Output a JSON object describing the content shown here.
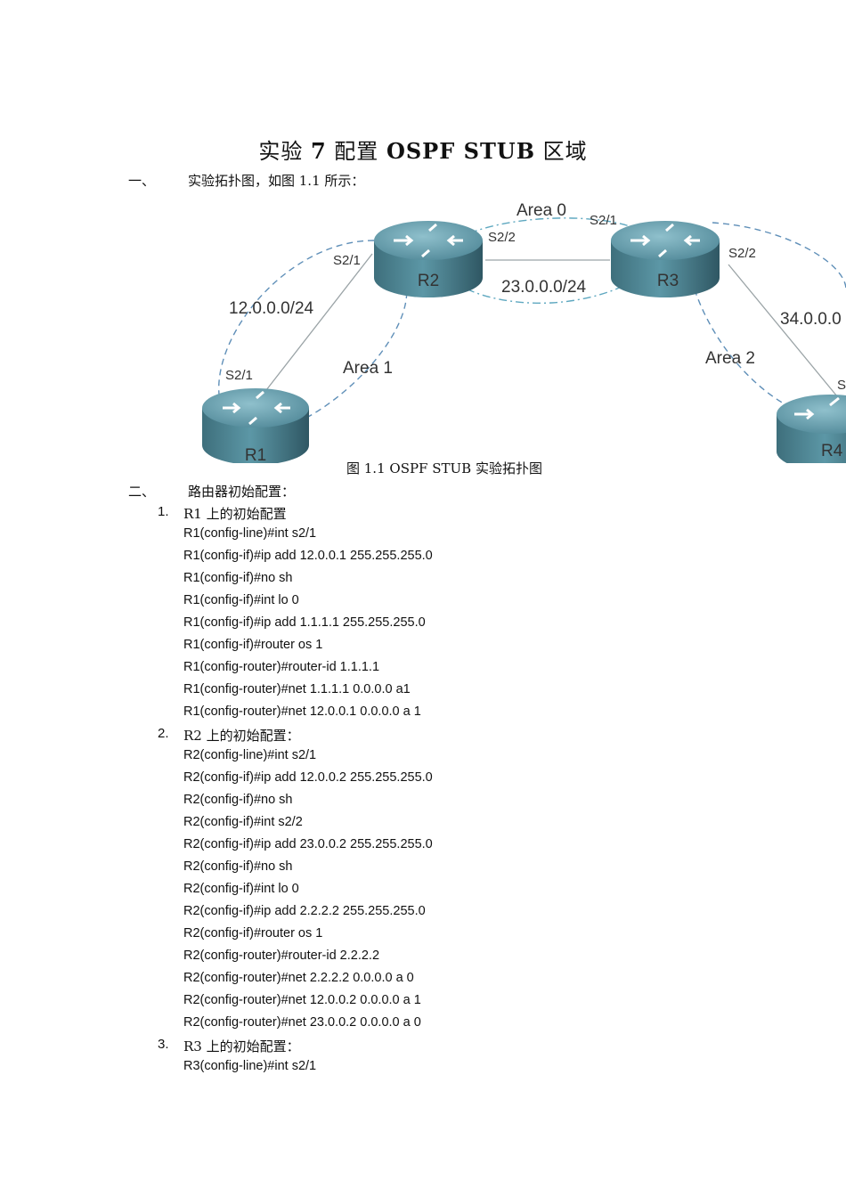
{
  "title": {
    "prefix": "实验 ",
    "num": "7",
    "mid": "  配置 ",
    "bold": "OSPF STUB",
    "suffix": "  区域"
  },
  "section1": {
    "num": "一、",
    "text": "实验拓扑图，如图 1.1 所示："
  },
  "diagram": {
    "routers": {
      "r1": "R1",
      "r2": "R2",
      "r3": "R3",
      "r4": "R4"
    },
    "areas": {
      "area0": "Area 0",
      "area1": "Area 1",
      "area2": "Area 2"
    },
    "networks": {
      "n12": "12.0.0.0/24",
      "n23": "23.0.0.0/24",
      "n34": "34.0.0.0"
    },
    "ports": {
      "r1_s21": "S2/1",
      "r2_s21": "S2/1",
      "r2_s22": "S2/2",
      "r3_s21": "S2/1",
      "r3_s22": "S2/2",
      "r4_s": "S"
    }
  },
  "caption": "图 1.1 OSPF STUB 实验拓扑图",
  "section2": {
    "num": "二、",
    "text": "路由器初始配置："
  },
  "items": [
    {
      "num": "1.",
      "head": "R1 上的初始配置",
      "lines": [
        "R1(config-line)#int s2/1",
        "R1(config-if)#ip add 12.0.0.1 255.255.255.0",
        "R1(config-if)#no sh",
        "R1(config-if)#int lo 0",
        "R1(config-if)#ip add 1.1.1.1 255.255.255.0",
        "R1(config-if)#router os 1",
        "R1(config-router)#router-id 1.1.1.1",
        "R1(config-router)#net 1.1.1.1 0.0.0.0 a1",
        "R1(config-router)#net 12.0.0.1 0.0.0.0 a 1"
      ]
    },
    {
      "num": "2.",
      "head": "R2 上的初始配置：",
      "lines": [
        "R2(config-line)#int s2/1",
        "R2(config-if)#ip add 12.0.0.2 255.255.255.0",
        "R2(config-if)#no sh",
        "R2(config-if)#int s2/2",
        "R2(config-if)#ip add 23.0.0.2 255.255.255.0",
        "R2(config-if)#no sh",
        "R2(config-if)#int lo 0",
        "R2(config-if)#ip add 2.2.2.2 255.255.255.0",
        "R2(config-if)#router os 1",
        "R2(config-router)#router-id 2.2.2.2",
        "R2(config-router)#net 2.2.2.2 0.0.0.0 a 0",
        "R2(config-router)#net 12.0.0.2 0.0.0.0 a 1",
        "R2(config-router)#net 23.0.0.2 0.0.0.0 a 0"
      ]
    },
    {
      "num": "3.",
      "head": "R3 上的初始配置：",
      "lines": [
        "R3(config-line)#int s2/1"
      ]
    }
  ]
}
